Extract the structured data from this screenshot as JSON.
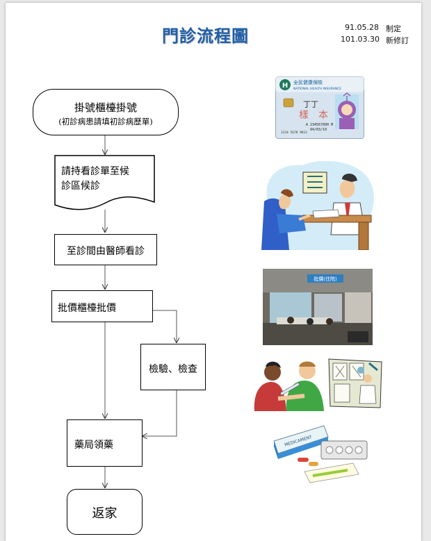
{
  "header": {
    "title": "門診流程圖",
    "revisions": [
      {
        "date": "91.05.28",
        "label": "制定"
      },
      {
        "date": "101.03.30",
        "label": "新修訂"
      }
    ]
  },
  "steps": {
    "registration_title": "掛號櫃檯掛號",
    "registration_note": "(初診病患請填初診病歷單)",
    "wait_line1": "請持看診單至候",
    "wait_line2": "診區候診",
    "consult": "至診間由醫師看診",
    "billing": "批價櫃檯批價",
    "lab": "檢驗、檢查",
    "pharmacy": "藥局領藥",
    "home": "返家"
  },
  "illustrations": {
    "card_name": "全民健康保險",
    "card_subtitle": "NATIONAL HEALTH INSURANCE",
    "card_glyphs": "丁丁",
    "card_stamp": "樣　本",
    "card_id": "A 234567890 M",
    "card_date": "94/03/10",
    "card_number": "1234 5678 9012",
    "clinic_sign": "批價(住院)",
    "medicament_label": "MEDICAMENT"
  }
}
